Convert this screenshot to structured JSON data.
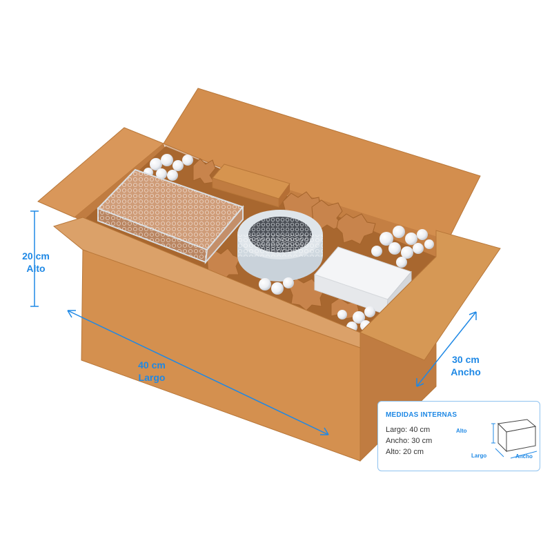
{
  "dimensions": {
    "height_value": "20 cm",
    "height_name": "Alto",
    "length_value": "40 cm",
    "length_name": "Largo",
    "width_value": "30 cm",
    "width_name": "Ancho"
  },
  "specs": {
    "title": "MEDIDAS INTERNAS",
    "largo": "Largo: 40 cm",
    "ancho": "Ancho: 30 cm",
    "alto": "Alto: 20 cm",
    "diagram_alto": "Alto",
    "diagram_largo": "Largo",
    "diagram_ancho": "Ancho"
  },
  "colors": {
    "accent": "#1e88e5",
    "cardboard": "#d4904f",
    "cardboard_dark": "#b8733a",
    "kraft_paper": "#c8844c"
  },
  "icons": [
    "cardboard-box-icon"
  ]
}
